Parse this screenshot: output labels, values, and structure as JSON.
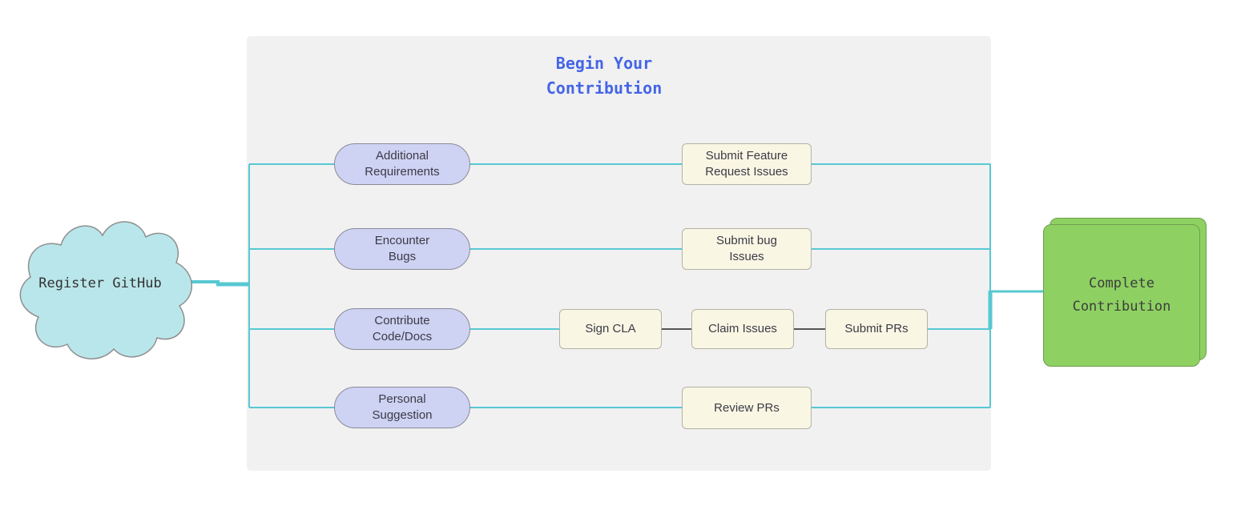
{
  "diagram": {
    "start": {
      "label": "Register GitHub"
    },
    "group": {
      "title": "Begin Your\nContribution"
    },
    "rows": [
      {
        "source": "Additional\nRequirements",
        "tasks": [
          "Submit Feature\nRequest Issues"
        ]
      },
      {
        "source": "Encounter\nBugs",
        "tasks": [
          "Submit bug\nIssues"
        ]
      },
      {
        "source": "Contribute\nCode/Docs",
        "tasks": [
          "Sign CLA",
          "Claim Issues",
          "Submit PRs"
        ]
      },
      {
        "source": "Personal\nSuggestion",
        "tasks": [
          "Review PRs"
        ]
      }
    ],
    "end": {
      "label": "Complete\nContribution"
    },
    "colors": {
      "connector_cyan": "#57c8d2",
      "connector_dark": "#555555",
      "title_blue": "#4565e6",
      "cloud_fill": "#b9e6ea",
      "pill_fill": "#ced2f3",
      "task_fill": "#faf6e4",
      "end_fill": "#8ed162",
      "panel_fill": "#f1f1f2"
    }
  }
}
